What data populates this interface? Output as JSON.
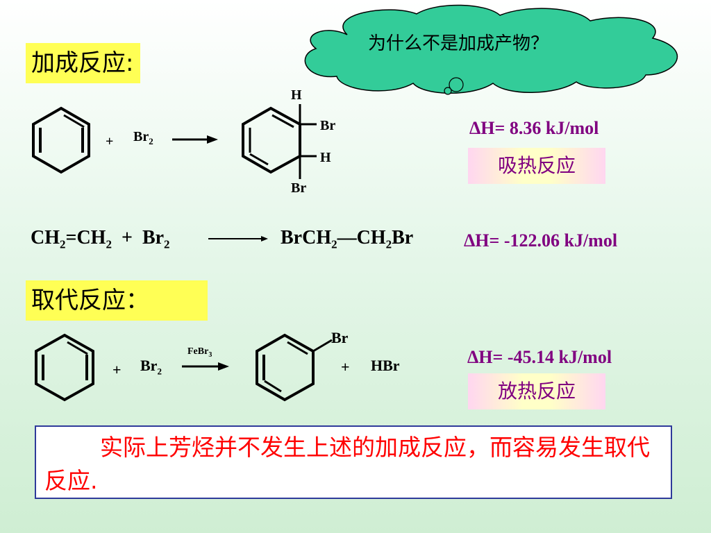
{
  "cloud": {
    "text": "为什么不是加成产物？"
  },
  "addition": {
    "label": "加成反应:",
    "reactant_plus": "+",
    "reactant_br2": "Br",
    "reactant_br2_sub": "2",
    "product_h_top": "H",
    "product_br_right": "Br",
    "product_h_right": "H",
    "product_br_bottom": "Br",
    "delta_h": "ΔH= 8.36 kJ/mol",
    "badge": "吸热反应"
  },
  "ethylene": {
    "ch2_a": "CH",
    "sub_a": "2",
    "eq_ch2": "=CH",
    "sub_b": "2",
    "plus": "+",
    "br": "Br",
    "sub_br": "2",
    "prod_brch": "BrCH",
    "sub_p1": "2",
    "prod_dash_ch": "—CH",
    "sub_p2": "2",
    "prod_br": "Br",
    "delta_h": "ΔH= -122.06 kJ/mol"
  },
  "substitution": {
    "label": "取代反应：",
    "plus1": "+",
    "br": "Br",
    "sub_br": "2",
    "catalyst": "FeBr",
    "catalyst_sub": "3",
    "product_br": "Br",
    "plus2": "+",
    "hbr": "HBr",
    "delta_h": "ΔH= -45.14  kJ/mol",
    "badge": "放热反应"
  },
  "note": {
    "text": "实际上芳烃并不发生上述的加成反应，而容易发生取代反应."
  },
  "colors": {
    "cloud_fill": "#33cc99",
    "label_bg": "#ffff55",
    "delta_color": "#800080",
    "note_text": "#ff0000",
    "note_border": "#2e3a9a"
  }
}
